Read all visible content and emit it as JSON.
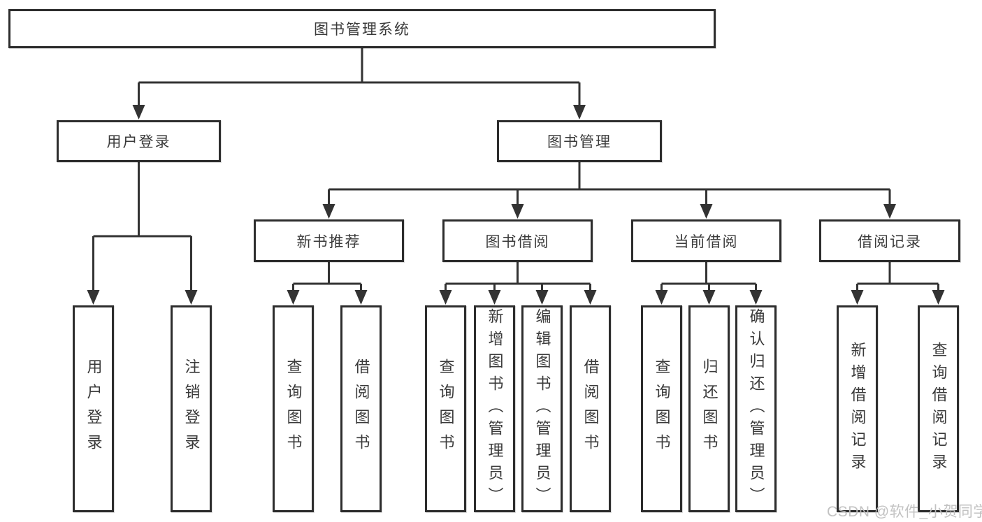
{
  "tree": {
    "label": "图书管理系统",
    "children": [
      {
        "label": "用户登录",
        "children": [
          {
            "label": "用户登录"
          },
          {
            "label": "注销登录"
          }
        ]
      },
      {
        "label": "图书管理",
        "children": [
          {
            "label": "新书推荐",
            "children": [
              {
                "label": "查询图书"
              },
              {
                "label": "借阅图书"
              }
            ]
          },
          {
            "label": "图书借阅",
            "children": [
              {
                "label": "查询图书"
              },
              {
                "label": "新增图书（管理员）"
              },
              {
                "label": "编辑图书（管理员）"
              },
              {
                "label": "借阅图书"
              }
            ]
          },
          {
            "label": "当前借阅",
            "children": [
              {
                "label": "查询图书"
              },
              {
                "label": "归还图书"
              },
              {
                "label": "确认归还（管理员）"
              }
            ]
          },
          {
            "label": "借阅记录",
            "children": [
              {
                "label": "新增借阅记录"
              },
              {
                "label": "查询借阅记录"
              }
            ]
          }
        ]
      }
    ]
  },
  "watermark": {
    "text": "CSDN @软件_小贺同学"
  },
  "colors": {
    "line": "#333333",
    "box_border": "#2d2d2d",
    "text": "#3a3a3a",
    "watermark": "#bfbfbf",
    "background": "#ffffff"
  }
}
